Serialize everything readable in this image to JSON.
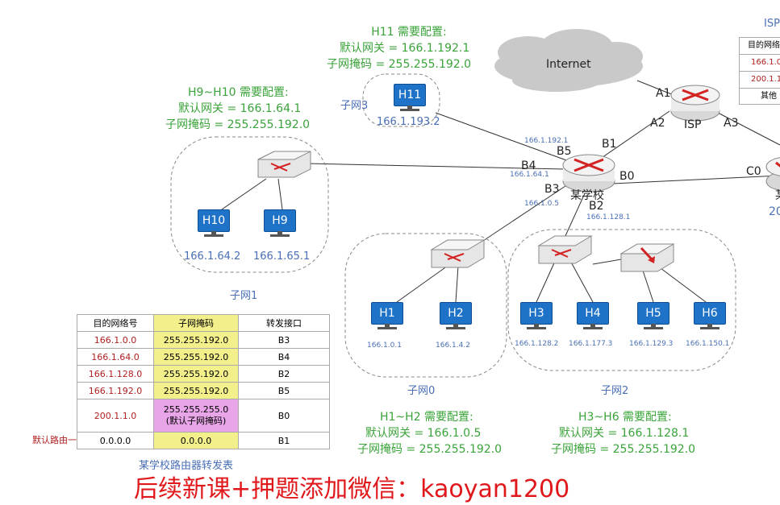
{
  "internet": {
    "label": "Internet"
  },
  "isp": {
    "label": "ISP",
    "ports": {
      "a1": "A1",
      "a2": "A2",
      "a3": "A3"
    }
  },
  "school": {
    "label": "某学校",
    "ports": {
      "b0": "B0",
      "b1": "B1",
      "b2": "B2",
      "b3": "B3",
      "b4": "B4",
      "b5": "B5"
    },
    "port_ips": {
      "b5": "166.1.192.1",
      "b4": "166.1.64.1",
      "b3": "166.1.0.5",
      "b2": "166.1.128.1"
    }
  },
  "c0": "C0",
  "right_cut": {
    "isp_label": "ISP",
    "table_header": "目的网络",
    "row1": "166.1.0.",
    "row2": "200.1.1.",
    "row3": "其他",
    "node_label": "某",
    "node_ip": "20"
  },
  "config_h11": {
    "title": "H11 需要配置:",
    "gateway": "默认网关 = 166.1.192.1",
    "mask": "子网掩码 = 255.255.192.0"
  },
  "config_h9h10": {
    "title": "H9~H10 需要配置:",
    "gateway": "默认网关 = 166.1.64.1",
    "mask": "子网掩码 = 255.255.192.0"
  },
  "config_h1h2": {
    "title": "H1~H2 需要配置:",
    "gateway": "默认网关 = 166.1.0.5",
    "mask": "子网掩码 = 255.255.192.0"
  },
  "config_h3h6": {
    "title": "H3~H6 需要配置:",
    "gateway": "默认网关 = 166.1.128.1",
    "mask": "子网掩码 = 255.255.192.0"
  },
  "subnets": {
    "s0": "子网0",
    "s1": "子网1",
    "s2": "子网2",
    "s3": "子网3"
  },
  "hosts": {
    "h11": {
      "name": "H11",
      "ip": "166.1.193.2"
    },
    "h10": {
      "name": "H10",
      "ip": "166.1.64.2"
    },
    "h9": {
      "name": "H9",
      "ip": "166.1.65.1"
    },
    "h1": {
      "name": "H1",
      "ip": "166.1.0.1"
    },
    "h2": {
      "name": "H2",
      "ip": "166.1.4.2"
    },
    "h3": {
      "name": "H3",
      "ip": "166.1.128.2"
    },
    "h4": {
      "name": "H4",
      "ip": "166.1.177.3"
    },
    "h5": {
      "name": "H5",
      "ip": "166.1.129.3"
    },
    "h6": {
      "name": "H6",
      "ip": "166.1.150.1"
    }
  },
  "routing_table": {
    "headers": [
      "目的网络号",
      "子网掩码",
      "转发接口"
    ],
    "rows": [
      [
        "166.1.0.0",
        "255.255.192.0",
        "B3"
      ],
      [
        "166.1.64.0",
        "255.255.192.0",
        "B4"
      ],
      [
        "166.1.128.0",
        "255.255.192.0",
        "B2"
      ],
      [
        "166.1.192.0",
        "255.255.192.0",
        "B5"
      ],
      [
        "200.1.1.0",
        "255.255.255.0",
        "B0"
      ],
      [
        "0.0.0.0",
        "0.0.0.0",
        "B1"
      ]
    ],
    "row5_mask_note": "(默认子网掩码)",
    "default_route_label": "默认路由一",
    "caption": "某学校路由器转发表"
  },
  "watermark": "后续新课+押题添加微信：kaoyan1200",
  "colors": {
    "green": "#3aa33a",
    "blue": "#4a6fb5",
    "host": "#1e73c9",
    "mask_cell": "#f3f08c",
    "pink_cell": "#e8a6e8",
    "watermark": "#e0181b"
  }
}
